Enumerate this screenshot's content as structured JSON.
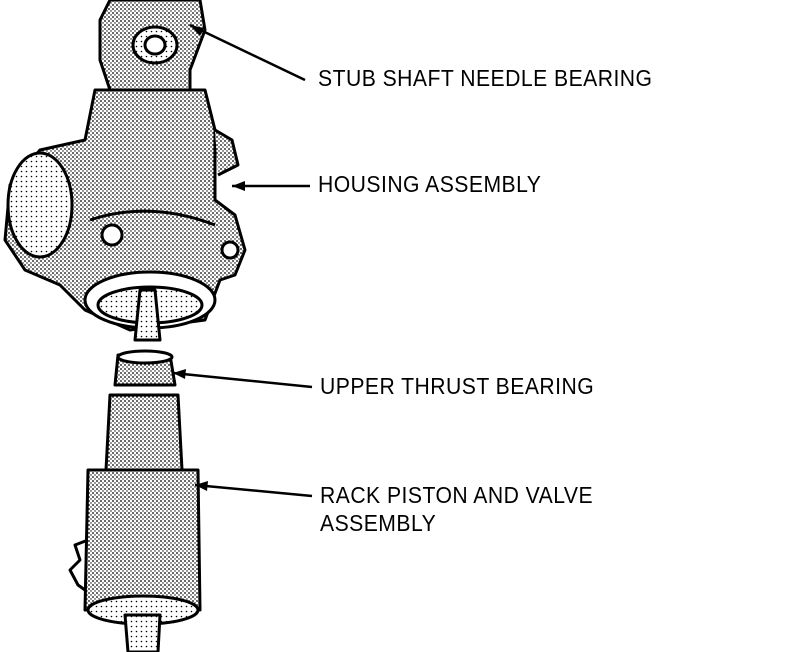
{
  "diagram": {
    "labels": {
      "stub_shaft": "STUB SHAFT NEEDLE BEARING",
      "housing": "HOUSING ASSEMBLY",
      "upper_thrust": "UPPER THRUST BEARING",
      "rack_piston_line1": "RACK PISTON AND VALVE",
      "rack_piston_line2": "ASSEMBLY"
    }
  }
}
